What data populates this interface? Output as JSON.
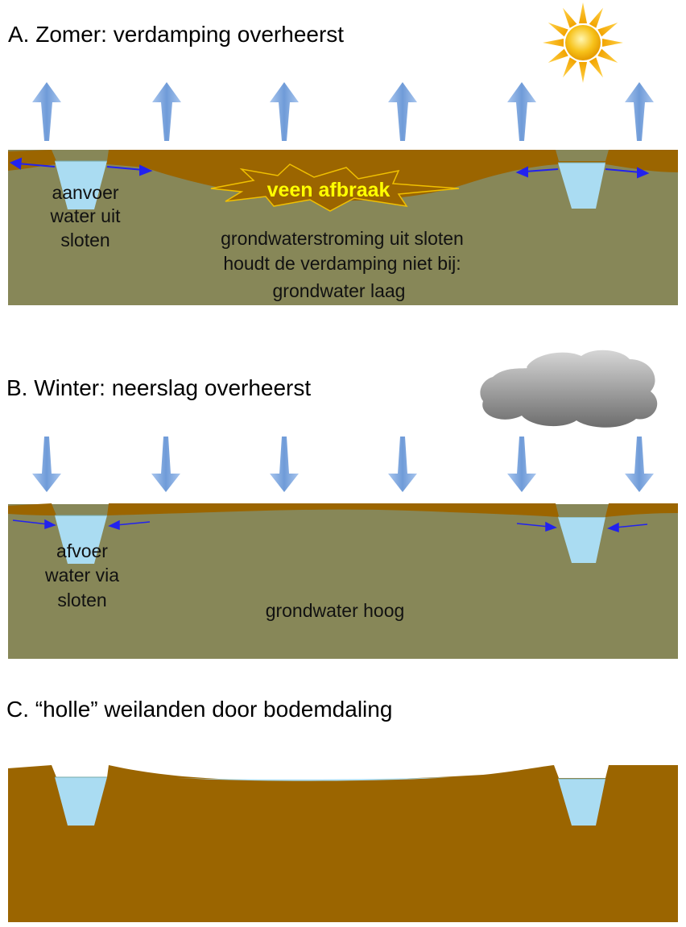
{
  "panel_a": {
    "title": "A. Zomer: verdamping overheerst",
    "ditch_label": [
      "aanvoer",
      "water uit",
      "sloten"
    ],
    "burst_label": "veen afbraak",
    "groundwater_text": [
      "grondwaterstroming uit sloten",
      "houdt de verdamping niet bij:",
      "grondwater laag"
    ],
    "weather_icon": "sun-icon",
    "arrow_direction": "up"
  },
  "panel_b": {
    "title": "B. Winter: neerslag overheerst",
    "ditch_label": [
      "afvoer",
      "water via",
      "sloten"
    ],
    "groundwater_text": "grondwater hoog",
    "weather_icon": "cloud-icon",
    "arrow_direction": "down"
  },
  "panel_c": {
    "title": "C. “holle” weilanden door bodemdaling"
  },
  "colors": {
    "peat": "#9b6500",
    "groundwater_soil": "#878758",
    "ditch_water": "#aadcf2",
    "flow_arrow": "#2222ee",
    "arrow_fill": "#7ea6dc",
    "sun": "#f5b800",
    "burst_outline": "#f0c000"
  }
}
